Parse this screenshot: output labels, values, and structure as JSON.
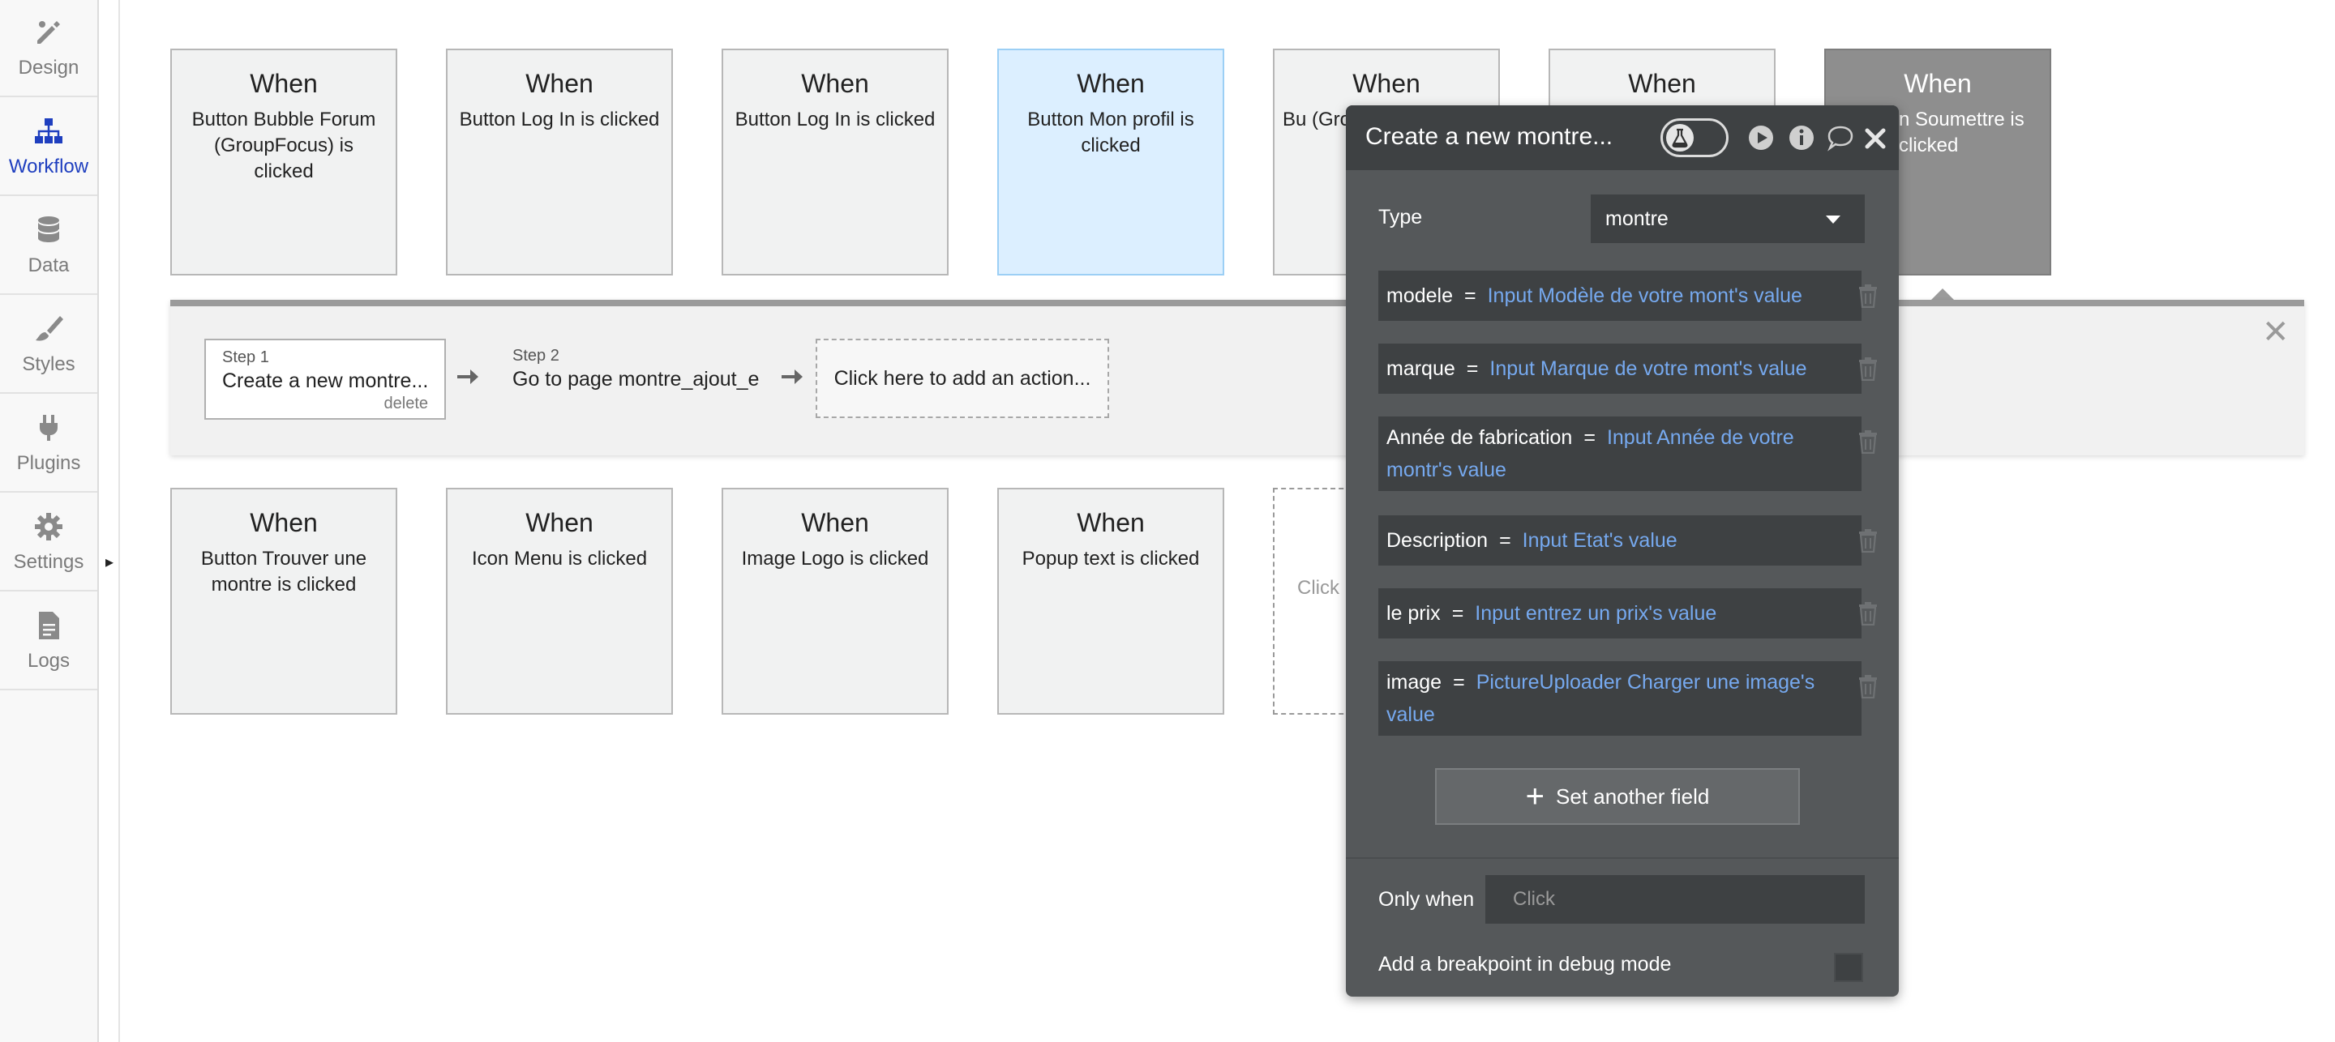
{
  "sidebar": {
    "items": [
      {
        "label": "Design",
        "icon": "design-icon",
        "active": false
      },
      {
        "label": "Workflow",
        "icon": "workflow-icon",
        "active": true
      },
      {
        "label": "Data",
        "icon": "database-icon",
        "active": false
      },
      {
        "label": "Styles",
        "icon": "brush-icon",
        "active": false
      },
      {
        "label": "Plugins",
        "icon": "plug-icon",
        "active": false
      },
      {
        "label": "Settings",
        "icon": "gear-icon",
        "active": false
      },
      {
        "label": "Logs",
        "icon": "document-icon",
        "active": false
      }
    ],
    "toggle": "▸"
  },
  "colors": {
    "accent": "#1f3fbf",
    "panel_bg": "#55585a",
    "panel_dark": "#3e4143",
    "value_blue": "#76a9ef",
    "selected_card": "#dcefff"
  },
  "events": {
    "row1": [
      {
        "when": "When",
        "text": "Button Bubble Forum (GroupFocus) is clicked"
      },
      {
        "when": "When",
        "text": "Button Log In is clicked"
      },
      {
        "when": "When",
        "text": "Button Log In is clicked"
      },
      {
        "when": "When",
        "text": "Button Mon profil is clicked"
      },
      {
        "when": "When",
        "text": "Bu (Group"
      },
      {
        "when": "When",
        "text": ""
      },
      {
        "when": "When",
        "text": "n Soumettre is clicked"
      }
    ],
    "row2": [
      {
        "when": "When",
        "text": "Button Trouver une montre is clicked"
      },
      {
        "when": "When",
        "text": "Icon Menu is clicked"
      },
      {
        "when": "When",
        "text": "Image Logo is clicked"
      },
      {
        "when": "When",
        "text": "Popup text is clicked"
      },
      {
        "when": "",
        "text": "Click h"
      }
    ]
  },
  "workflow": {
    "steps": [
      {
        "num": "Step 1",
        "title": "Create a new montre...",
        "delete": "delete"
      },
      {
        "num": "Step 2",
        "title": "Go to page montre_ajout_e"
      }
    ],
    "add_action": "Click here to add an action...",
    "close": "✕"
  },
  "panel": {
    "title": "Create a new montre...",
    "type_label": "Type",
    "type_value": "montre",
    "fields": [
      {
        "name": "modele",
        "eq": "=",
        "value": "Input Modèle de votre mont's value"
      },
      {
        "name": "marque",
        "eq": "=",
        "value": "Input Marque de votre mont's value"
      },
      {
        "name": "Année de fabrication",
        "eq": "=",
        "value": "Input Année de votre montr's value"
      },
      {
        "name": "Description",
        "eq": "=",
        "value": "Input Etat's value"
      },
      {
        "name": "le prix",
        "eq": "=",
        "value": "Input entrez un prix's value"
      },
      {
        "name": "image",
        "eq": "=",
        "value": "PictureUploader Charger une image's value"
      }
    ],
    "set_another_field": "Set another field",
    "only_when_label": "Only when",
    "only_when_placeholder": "Click",
    "breakpoint_label": "Add a breakpoint in debug mode"
  }
}
